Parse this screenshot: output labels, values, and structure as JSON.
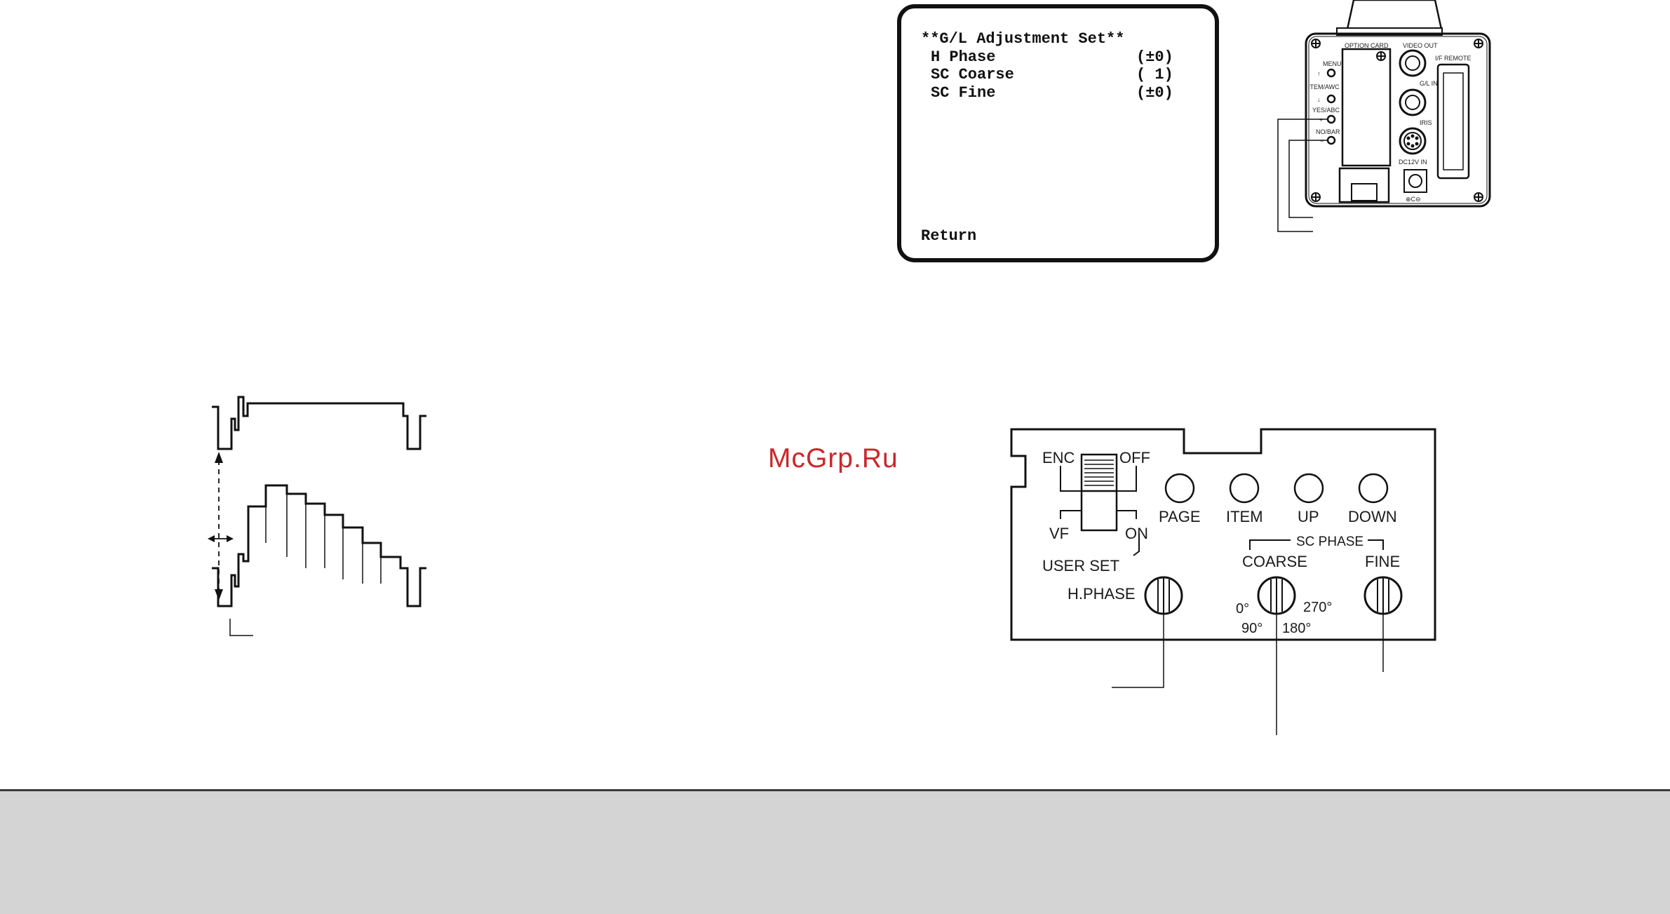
{
  "menu_screen": {
    "title": "**G/L Adjustment Set**",
    "items": [
      {
        "label": "H Phase",
        "value": "(±0)"
      },
      {
        "label": "SC Coarse",
        "value": "( 1)"
      },
      {
        "label": "SC Fine",
        "value": "(±0)"
      }
    ],
    "return_label": "Return"
  },
  "camera_rear": {
    "option_card": "OPTION CARD",
    "video_out": "VIDEO OUT",
    "if_remote": "I/F REMOTE",
    "menu": "MENU",
    "item_awc": "ITEM/AWC",
    "yes_abc": "YES/ABC",
    "no_bar": "NO/BAR",
    "gl_in": "G/L IN",
    "iris": "IRIS",
    "dc_in": "DC12V IN"
  },
  "watermark": "McGrp.Ru",
  "control_panel": {
    "enc": "ENC",
    "off": "OFF",
    "vf": "VF",
    "on": "ON",
    "user_set": "USER SET",
    "page": "PAGE",
    "item": "ITEM",
    "up": "UP",
    "down": "DOWN",
    "sc_phase": "SC PHASE",
    "coarse": "COARSE",
    "fine": "FINE",
    "h_phase": "H.PHASE",
    "deg_0": "0°",
    "deg_90": "90°",
    "deg_180": "180°",
    "deg_270": "270°"
  },
  "colors": {
    "watermark": "#c8282b",
    "footer": "#d4d4d4",
    "line": "#1a1a1a"
  }
}
